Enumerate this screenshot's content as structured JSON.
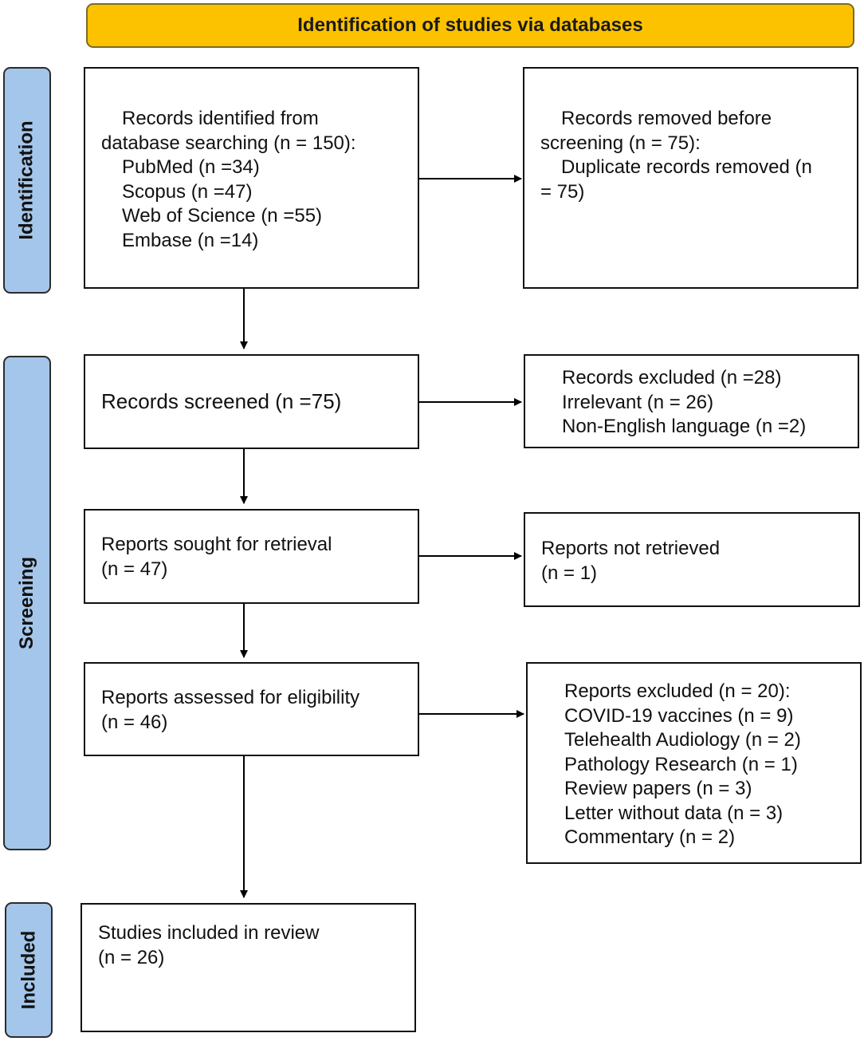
{
  "header": {
    "title": "Identification of studies via databases"
  },
  "sections": {
    "identification": "Identification",
    "screening": "Screening",
    "included": "Included"
  },
  "boxes": {
    "records_identified": {
      "lines": [
        "Records identified from",
        "database searching (n = 150):",
        "PubMed (n =34)",
        "Scopus (n =47)",
        "Web of Science (n =55)",
        "Embase (n =14)"
      ]
    },
    "records_removed": {
      "lines": [
        "Records removed before",
        "screening (n = 75):",
        "Duplicate records removed (n",
        "= 75)"
      ]
    },
    "records_screened": {
      "lines": [
        "Records screened (n =75)"
      ]
    },
    "records_excluded": {
      "lines": [
        "Records excluded (n =28)",
        "Irrelevant (n = 26)",
        "Non-English language (n =2)"
      ]
    },
    "reports_sought": {
      "lines": [
        "Reports sought for retrieval",
        "(n = 47)"
      ]
    },
    "reports_not_retrieved": {
      "lines": [
        "Reports not retrieved",
        "(n = 1)"
      ]
    },
    "reports_assessed": {
      "lines": [
        "Reports assessed for eligibility",
        "(n = 46)"
      ]
    },
    "reports_excluded": {
      "lines": [
        "Reports excluded (n = 20):",
        "COVID-19 vaccines (n = 9)",
        "Telehealth Audiology (n = 2)",
        "Pathology Research (n = 1)",
        "Review papers (n = 3)",
        "Letter without data (n = 3)",
        "Commentary (n = 2)"
      ]
    },
    "studies_included": {
      "lines": [
        "Studies included in review",
        "(n = 26)"
      ]
    }
  }
}
